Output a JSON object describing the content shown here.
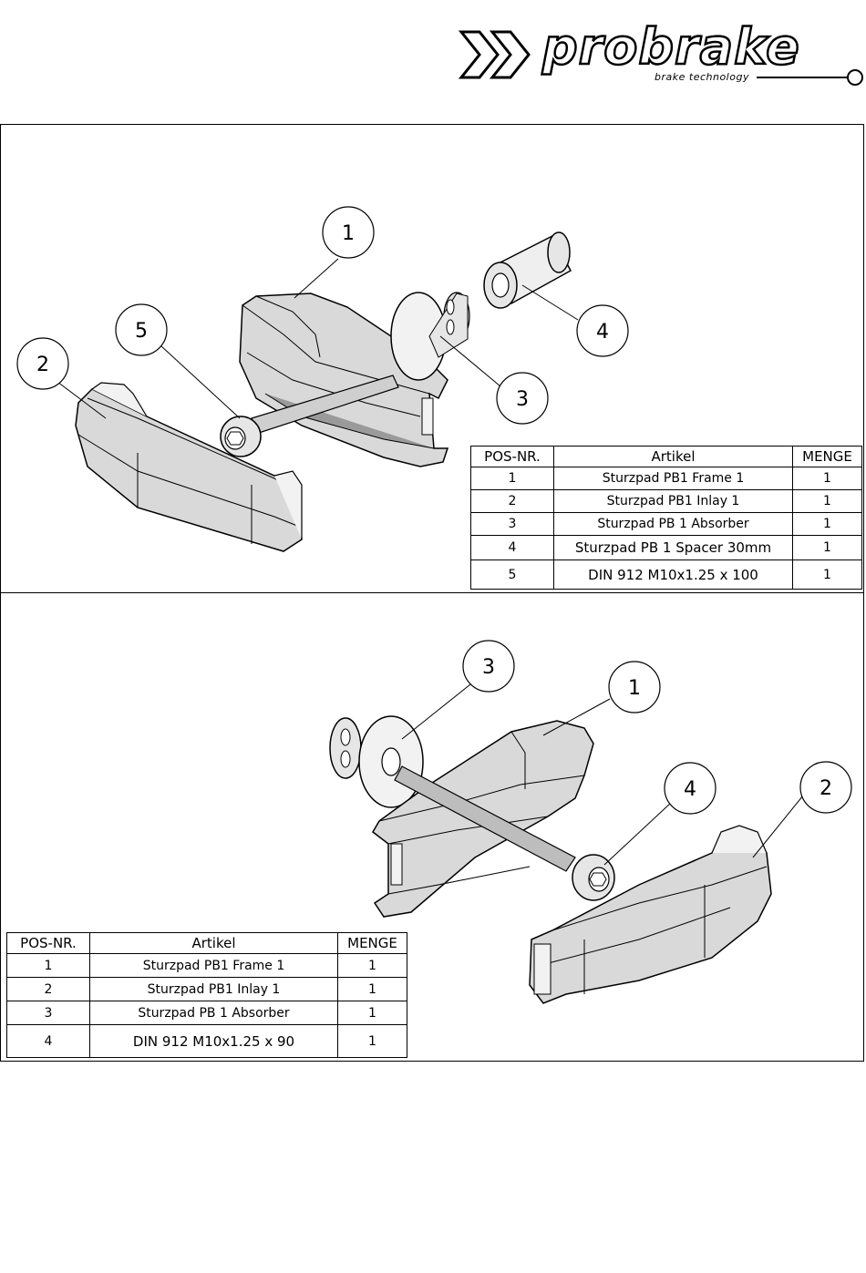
{
  "brand": {
    "name": "probrake",
    "tagline": "brake technology"
  },
  "colors": {
    "line": "#000000",
    "part_fill": "#d9d9d9",
    "part_light": "#f2f2f2",
    "part_dark": "#9a9a9a"
  },
  "top_assembly": {
    "callouts": [
      "1",
      "2",
      "3",
      "4",
      "5"
    ],
    "table": {
      "headers": [
        "POS-NR.",
        "Artikel",
        "MENGE"
      ],
      "rows": [
        [
          "1",
          "Sturzpad PB1 Frame 1",
          "1"
        ],
        [
          "2",
          "Sturzpad PB1 Inlay 1",
          "1"
        ],
        [
          "3",
          "Sturzpad PB 1 Absorber",
          "1"
        ],
        [
          "4",
          "Sturzpad PB 1 Spacer 30mm",
          "1"
        ],
        [
          "5",
          "DIN 912 M10x1.25 x 100",
          "1"
        ]
      ]
    }
  },
  "bottom_assembly": {
    "callouts": [
      "1",
      "2",
      "3",
      "4"
    ],
    "table": {
      "headers": [
        "POS-NR.",
        "Artikel",
        "MENGE"
      ],
      "rows": [
        [
          "1",
          "Sturzpad PB1 Frame 1",
          "1"
        ],
        [
          "2",
          "Sturzpad PB1 Inlay 1",
          "1"
        ],
        [
          "3",
          "Sturzpad PB 1 Absorber",
          "1"
        ],
        [
          "4",
          "DIN 912 M10x1.25 x 90",
          "1"
        ]
      ]
    }
  }
}
